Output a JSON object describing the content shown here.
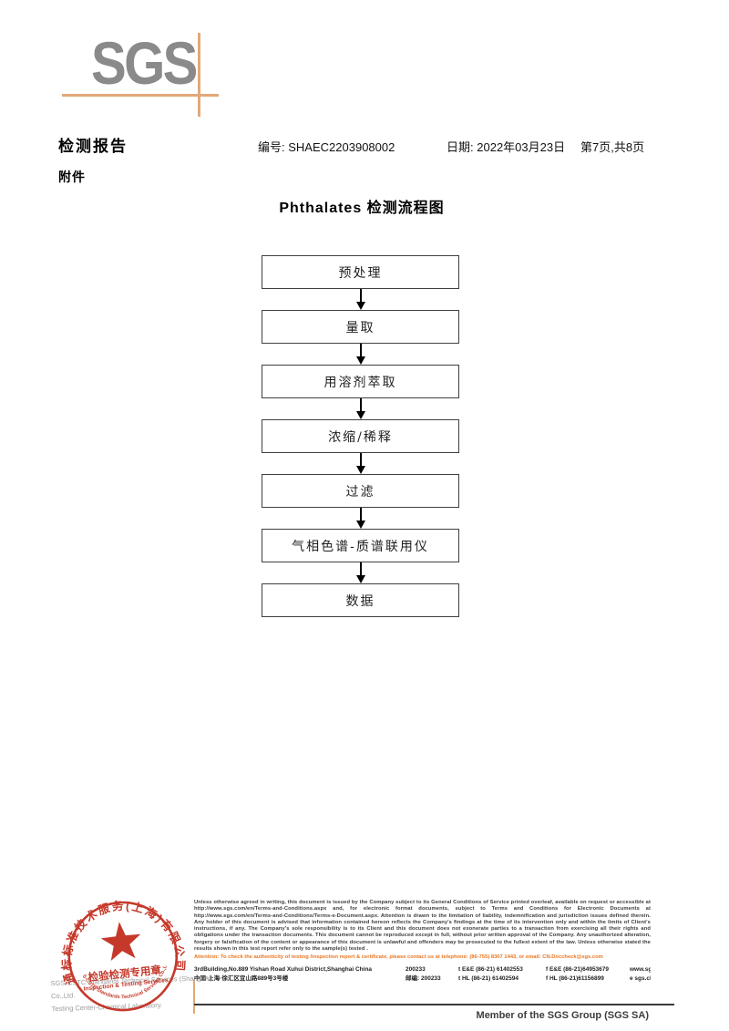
{
  "logo": {
    "text": "SGS"
  },
  "header": {
    "report_title": "检测报告",
    "report_no_label": "编号:",
    "report_no": "SHAEC2203908002",
    "date_label": "日期:",
    "date": "2022年03月23日",
    "page_info": "第7页,共8页",
    "attachment_label": "附件"
  },
  "flowchart": {
    "title": "Phthalates 检测流程图",
    "steps": [
      "预处理",
      "量取",
      "用溶剂萃取",
      "浓缩/稀释",
      "过滤",
      "气相色谱-质谱联用仪",
      "数据"
    ]
  },
  "stamp": {
    "ring_text_top": "通标标准技术服务(上海)有限公司",
    "ring_text_bottom": "SGS-CSTC Standards Technical Services Co.,Ltd.",
    "title": "检验检测专用章",
    "subtitle": "Inspection & Testing Services",
    "color": "#c5392b"
  },
  "company_lines": {
    "line1": "SGS-CSTC Standards Technical Services (Shanghai) Co.,Ltd.",
    "line2": "Testing Center-Chemical Laboratory."
  },
  "footer": {
    "legal_text": "Unless otherwise agreed in writing, this document is issued by the Company subject to its General Conditions of Service printed overleaf, available on request or accessible at http://www.sgs.com/en/Terms-and-Conditions.aspx and, for electronic format documents, subject to Terms and Conditions for Electronic Documents at http://www.sgs.com/en/Terms-and-Conditions/Terms-e-Document.aspx. Attention is drawn to the limitation of liability, indemnification and jurisdiction issues defined therein. Any holder of this document is advised that information contained hereon reflects the Company's findings at the time of its intervention only and within the limits of Client's instructions, if any. The Company's sole responsibility is to its Client and this document does not exonerate parties to a transaction from exercising all their rights and obligations under the transaction documents. This document cannot be reproduced except in full, without prior written approval of the Company. Any unauthorized alteration, forgery or falsification of the content or appearance of this document is unlawful and offenders may be prosecuted to the fullest extent of the law. Unless otherwise stated the results shown in this test report refer only to the sample(s) tested .",
    "attention_text": "Attention: To check the authenticity of testing /inspection report & certificate, please contact us at telephone: (86-755) 8307 1443, or email: CN.Doccheck@sgs.com",
    "address_rows": [
      [
        "3rdBuilding,No.889 Yishan Road Xuhui District,Shanghai China",
        "200233",
        "t E&E (86-21) 61402553",
        "f E&E (86-21)64953679",
        "www.sgsgroup.com.cn"
      ],
      [
        "中国·上海·徐汇区宜山路889号3号楼",
        "邮编: 200233",
        "t HL (86-21) 61402594",
        "f HL (86-21)61156899",
        "e  sgs.china@sgs.com"
      ]
    ],
    "member_text": "Member of the SGS Group (SGS SA)"
  },
  "colors": {
    "accent_orange": "#e2a878",
    "attention_orange": "#e87722",
    "stamp_red": "#c5392b",
    "logo_gray": "#8a8a8a"
  }
}
